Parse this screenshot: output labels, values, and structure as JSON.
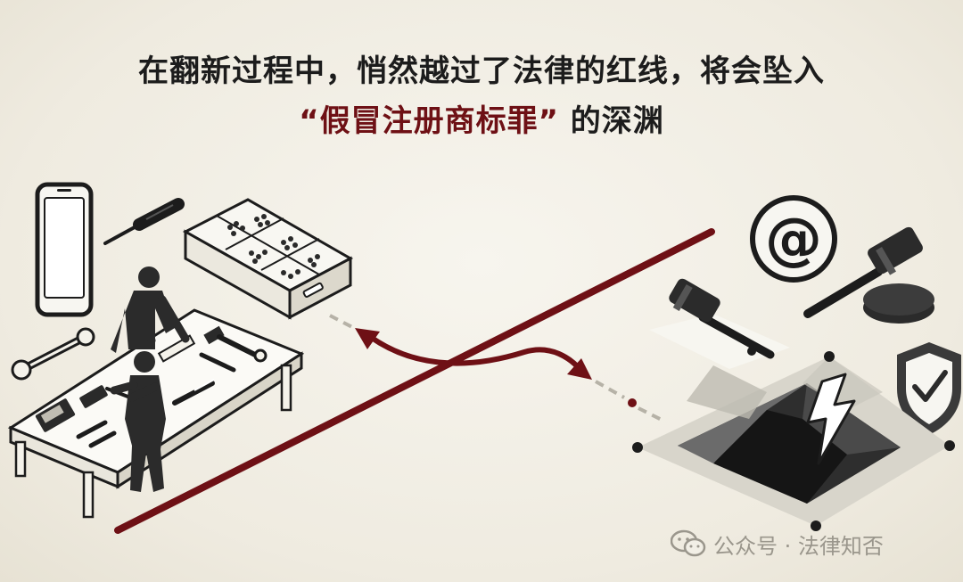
{
  "title": {
    "line1": "在翻新过程中，悄然越过了法律的红线，将会坠入",
    "line2_highlight": "“假冒注册商标罪”",
    "line2_rest": " 的深渊"
  },
  "watermark": {
    "text": "公众号 · 法律知否",
    "icon": "wechat-icon"
  },
  "colors": {
    "accent": "#6e1015",
    "ink": "#1c1c1c",
    "background": "#f2efe6",
    "watermark": "#9a968c"
  },
  "icons": [
    "phone-icon",
    "screwdriver-icon",
    "parts-box-icon",
    "wrench-icon",
    "workbench-icon",
    "worker-figure-icon",
    "at-sign-icon",
    "gavel-icon",
    "shield-check-icon",
    "pit-icon",
    "lightning-crack-icon"
  ]
}
